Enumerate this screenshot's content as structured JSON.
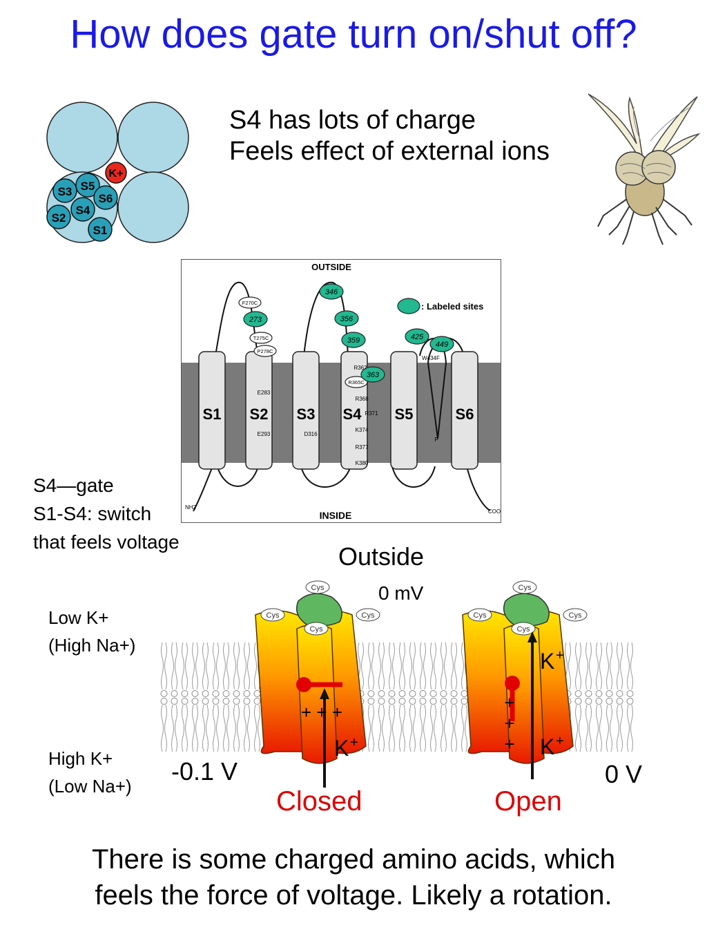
{
  "title": "How does gate turn on/shut off?",
  "subunits": {
    "labels": [
      "S3",
      "S5",
      "S6",
      "S2",
      "S4",
      "S1"
    ],
    "ion": "K+"
  },
  "s4_note": {
    "line1": "S4 has lots of charge",
    "line2": "Feels effect of external ions"
  },
  "topology": {
    "outside_label": "OUTSIDE",
    "inside_label": "INSIDE",
    "legend_label": ": Labeled sites",
    "n_terminus": "NH2",
    "c_terminus": "COO",
    "segments": [
      "S1",
      "S2",
      "S3",
      "S4",
      "S5",
      "S6"
    ],
    "labeled_sites": [
      "346",
      "273",
      "356",
      "359",
      "363",
      "425",
      "449"
    ],
    "unlabeled_sites": [
      "F270C",
      "T275C",
      "P278C",
      "R365C"
    ],
    "residues_s2": [
      "E283",
      "E293"
    ],
    "residues_s3": [
      "D316"
    ],
    "residues_s4": [
      "R362",
      "R368",
      "R371",
      "K374",
      "R377",
      "K380"
    ],
    "pore_labels": [
      "W434F",
      "P"
    ]
  },
  "left_note": {
    "line1": "S4—gate",
    "line2": "S1-S4: switch",
    "line3": "that feels voltage"
  },
  "channel": {
    "outside": "Outside",
    "zero_mv": "0 mV",
    "low_k_1": "Low K+",
    "low_k_2": "(High Na+)",
    "high_k_1": "High K+",
    "high_k_2": "(Low Na+)",
    "voltage_closed": "-0.1 V",
    "voltage_open": "0 V",
    "state_closed": "Closed",
    "state_open": "Open",
    "cys": "Cys",
    "k_ion": "K",
    "plus": "+",
    "closed_charges": "+ + +"
  },
  "bottom_text": {
    "line1": "There is some charged amino acids, which",
    "line2": "feels the force of voltage. Likely a rotation."
  },
  "colors": {
    "title": "#1a1ae6",
    "subunit_fill": "#add8e6",
    "segment_fill": "#2a9fb8",
    "ion_fill": "#e8281e",
    "labeled_site": "#22b890",
    "membrane": "#7a7a7a",
    "state_text": "#dd0000",
    "gate_red": "#e00000",
    "toxin_green": "#5fb860"
  }
}
